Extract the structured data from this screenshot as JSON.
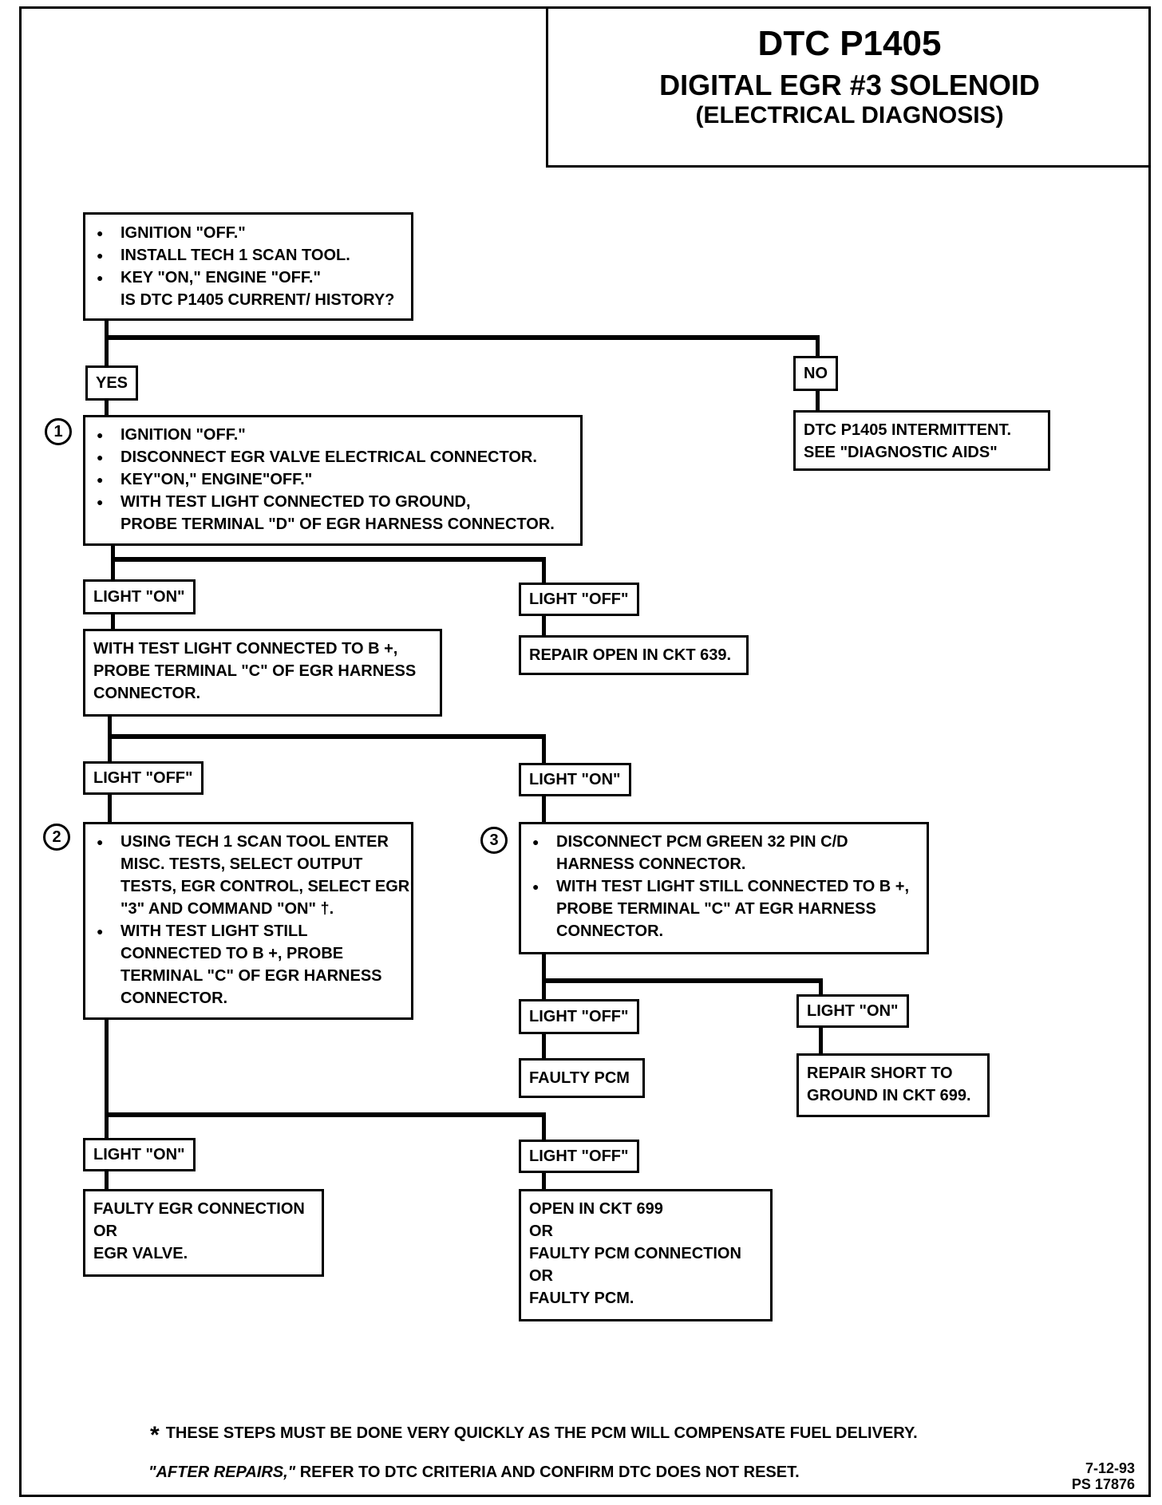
{
  "header": {
    "title": "DTC P1405",
    "subtitle": "DIGITAL EGR #3 SOLENOID",
    "subtitle2": "(ELECTRICAL DIAGNOSIS)"
  },
  "start": {
    "items": [
      "IGNITION \"OFF.\"",
      "INSTALL TECH 1 SCAN TOOL.",
      "KEY \"ON,\" ENGINE \"OFF.\""
    ],
    "question": "IS DTC P1405 CURRENT/ HISTORY?"
  },
  "labels": {
    "yes": "YES",
    "no": "NO",
    "light_on": "LIGHT \"ON\"",
    "light_off": "LIGHT \"OFF\""
  },
  "no_result": [
    "DTC P1405 INTERMITTENT.",
    "SEE \"DIAGNOSTIC AIDS\""
  ],
  "step1": {
    "number": "1",
    "items": [
      "IGNITION \"OFF.\"",
      "DISCONNECT EGR VALVE ELECTRICAL CONNECTOR.",
      "KEY\"ON,\" ENGINE\"OFF.\"",
      "WITH TEST LIGHT CONNECTED TO GROUND,"
    ],
    "continuation": "PROBE TERMINAL \"D\" OF EGR HARNESS CONNECTOR."
  },
  "repair_open_639": "REPAIR OPEN IN CKT 639.",
  "probe_c": [
    "WITH TEST LIGHT CONNECTED TO B +,",
    "PROBE TERMINAL \"C\" OF EGR HARNESS",
    "CONNECTOR."
  ],
  "step2": {
    "number": "2",
    "item1": [
      "USING TECH 1 SCAN TOOL ENTER",
      "MISC. TESTS, SELECT OUTPUT",
      "TESTS, EGR CONTROL, SELECT EGR",
      "\"3\" AND COMMAND \"ON\" †."
    ],
    "item2": [
      "WITH TEST LIGHT STILL",
      "CONNECTED TO B +, PROBE",
      "TERMINAL \"C\" OF EGR HARNESS",
      "CONNECTOR."
    ]
  },
  "step3": {
    "number": "3",
    "item1": [
      "DISCONNECT PCM GREEN 32 PIN C/D",
      "HARNESS CONNECTOR."
    ],
    "item2": [
      "WITH TEST LIGHT STILL CONNECTED TO B +,",
      "PROBE TERMINAL \"C\" AT EGR HARNESS",
      "CONNECTOR."
    ]
  },
  "faulty_pcm": "FAULTY PCM",
  "repair_short": [
    "REPAIR SHORT TO",
    "GROUND IN CKT 699."
  ],
  "faulty_egr": [
    "FAULTY EGR CONNECTION",
    "OR",
    "EGR VALVE."
  ],
  "open_699": [
    "OPEN IN CKT 699",
    "OR",
    "FAULTY PCM CONNECTION",
    "OR",
    "FAULTY PCM."
  ],
  "footer": {
    "star": "*",
    "note": "THESE STEPS MUST BE DONE VERY QUICKLY AS THE PCM WILL COMPENSATE FUEL DELIVERY.",
    "after_repairs": "\"AFTER REPAIRS,\"",
    "after_text": "REFER TO DTC CRITERIA AND CONFIRM DTC DOES NOT RESET.",
    "date": "7-12-93",
    "ref": "PS 17876"
  }
}
